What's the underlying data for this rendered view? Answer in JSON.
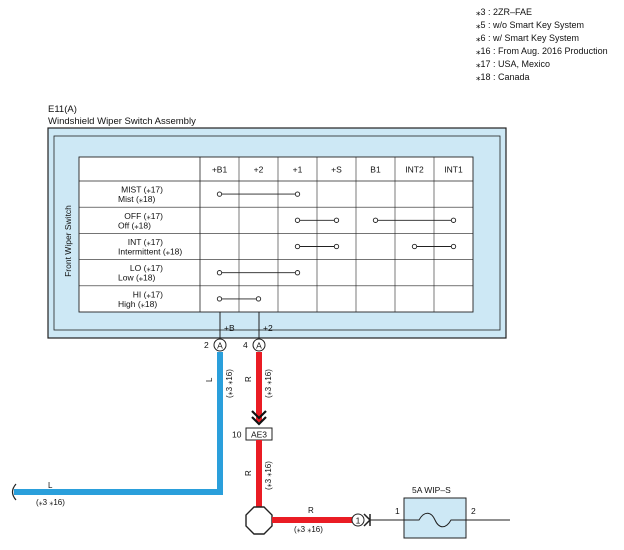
{
  "notes": [
    "⁎3 : 2ZR–FAE",
    "⁎5 : w/o Smart Key System",
    "⁎6 : w/ Smart Key System",
    "⁎16 : From Aug.  2016 Production",
    "⁎17 : USA,  Mexico",
    "⁎18 : Canada"
  ],
  "component": {
    "code": "E11(A)",
    "name": "Windshield Wiper Switch Assembly",
    "side_label": "Front Wiper Switch"
  },
  "table": {
    "columns": [
      "+B1",
      "+2",
      "+1",
      "+S",
      "B1",
      "INT2",
      "INT1"
    ],
    "rows": [
      {
        "label1": "MIST (⁎17)",
        "label2": "Mist (⁎18)",
        "links": [
          [
            "+B1",
            "+1"
          ]
        ]
      },
      {
        "label1": "OFF (⁎17)",
        "label2": "Off (⁎18)",
        "links": [
          [
            "+1",
            "+S"
          ],
          [
            "B1",
            "INT1"
          ]
        ]
      },
      {
        "label1": "INT (⁎17)",
        "label2": "Intermittent (⁎18)",
        "links": [
          [
            "+1",
            "+S"
          ],
          [
            "INT2",
            "INT1"
          ]
        ]
      },
      {
        "label1": "LO (⁎17)",
        "label2": "Low (⁎18)",
        "links": [
          [
            "+B1",
            "+1"
          ]
        ]
      },
      {
        "label1": "HI (⁎17)",
        "label2": "High (⁎18)",
        "links": [
          [
            "+B1",
            "+2"
          ]
        ]
      }
    ]
  },
  "terminals": [
    {
      "pin": "2",
      "connector": "A",
      "name": "+B",
      "wire_color": "L",
      "note": "(⁎3 ⁎16)"
    },
    {
      "pin": "4",
      "connector": "A",
      "name": "+2",
      "wire_color": "R",
      "note": "(⁎3 ⁎16)"
    }
  ],
  "junction": {
    "pin": "10",
    "name": "AE3"
  },
  "ground_wire": {
    "color": "R",
    "note": "(⁎3 ⁎16)",
    "connector": "1"
  },
  "left_wire": {
    "color": "L",
    "note": "(⁎3 ⁎16)"
  },
  "fuse": {
    "name": "5A WIP–S",
    "pin_in": "1",
    "pin_out": "2"
  },
  "colors": {
    "blue_wire": "#2a9fdb",
    "red_wire": "#ea1c24",
    "panel_fill": "#cde8f5",
    "outline": "#222222"
  }
}
